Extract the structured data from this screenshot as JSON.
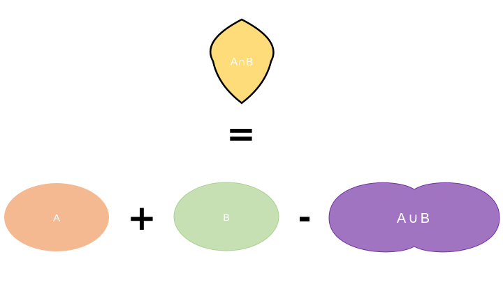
{
  "shapes": {
    "intersection": {
      "label": "A∩B",
      "fill": "#FFDC7A",
      "stroke": "#000000"
    },
    "set_a": {
      "label": "A",
      "fill": "#F4B990"
    },
    "set_b": {
      "label": "B",
      "fill": "#C6E0B4",
      "stroke": "#A9D18E"
    },
    "union": {
      "label": "A∪B",
      "fill": "#A074C0",
      "stroke": "#7030A0"
    }
  },
  "operators": {
    "equals": "=",
    "plus": "+",
    "minus": "-"
  }
}
